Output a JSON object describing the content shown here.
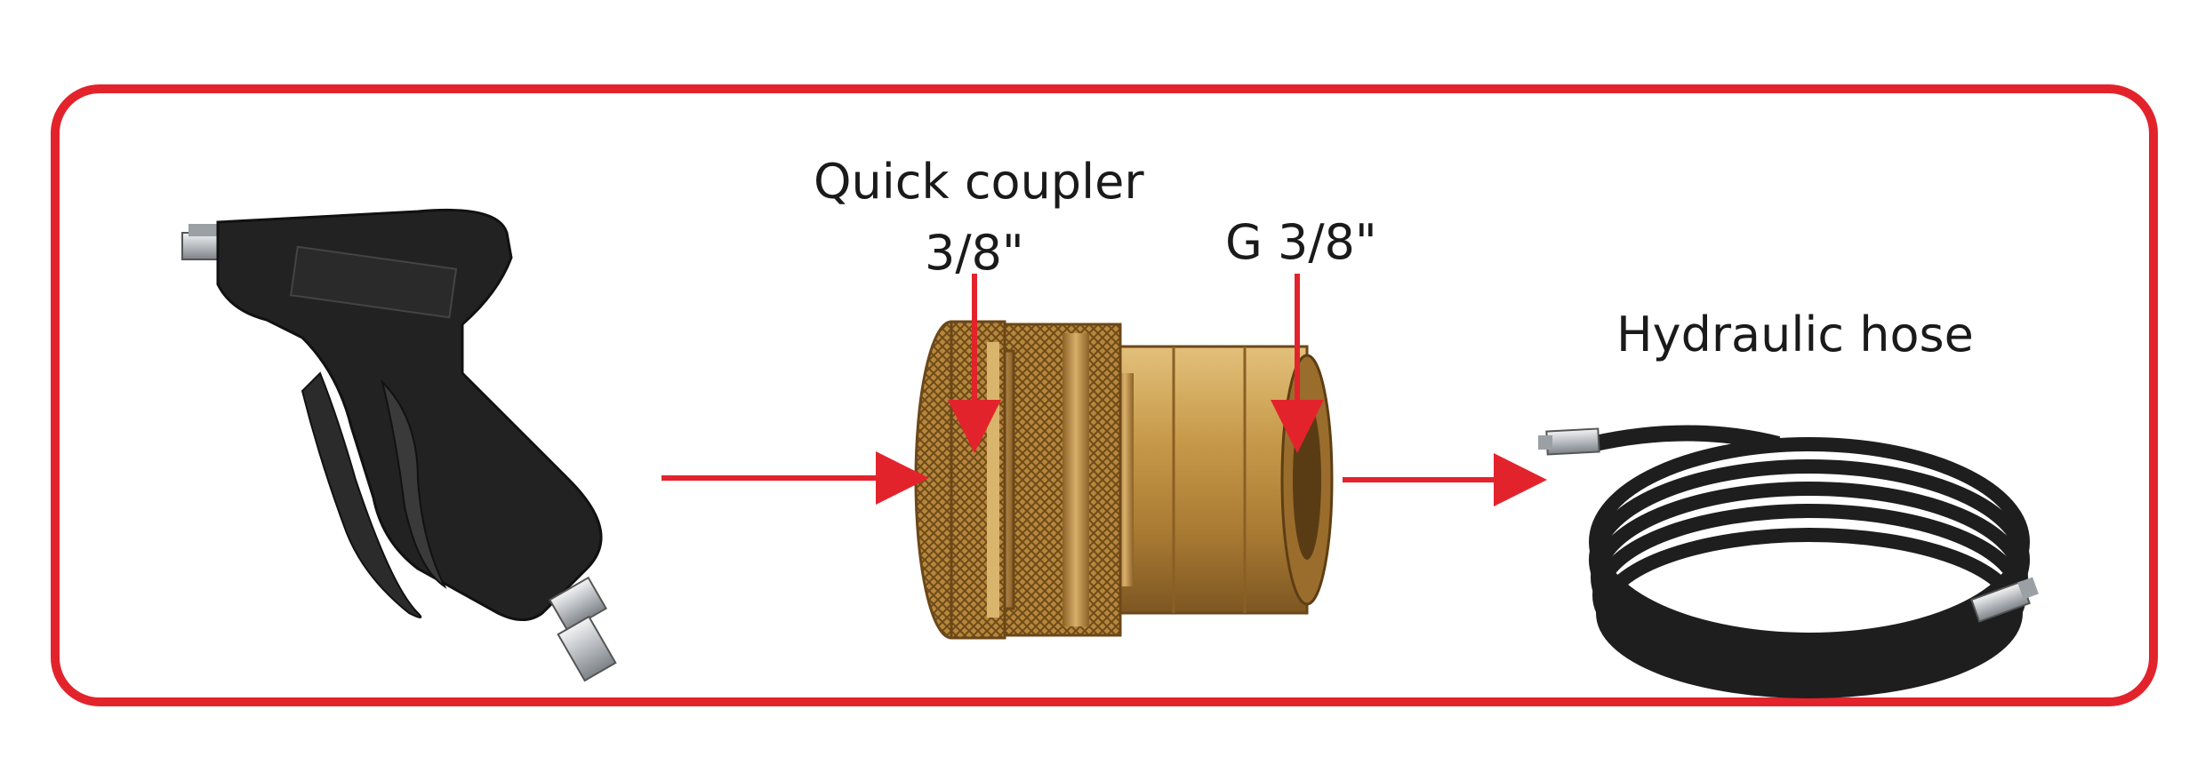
{
  "labels": {
    "quick_coupler_line1": "Quick coupler",
    "quick_coupler_line2": "3/8\"",
    "thread": "G 3/8\"",
    "hose": "Hydraulic hose"
  },
  "colors": {
    "frame": "#e3232c",
    "arrow": "#e3232c",
    "brass": "#b98a3e",
    "brass_dark": "#7d5621",
    "rubber": "#1e1e1e",
    "steel": "#bfc3c6"
  },
  "icons": [
    "spray-gun-icon",
    "quick-coupler-icon",
    "hydraulic-hose-icon"
  ]
}
